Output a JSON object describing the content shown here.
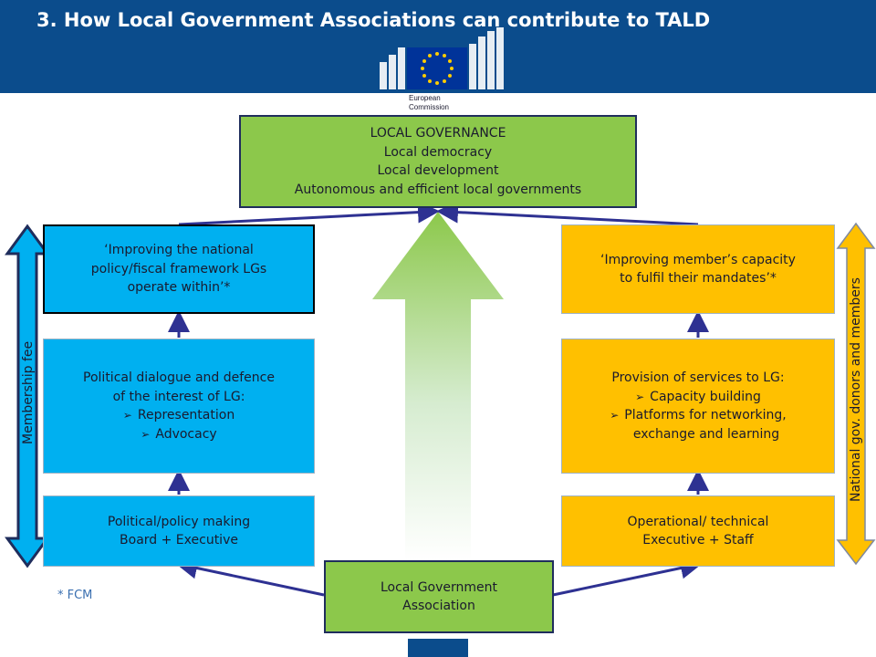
{
  "header": {
    "title": "3. How Local Government Associations can contribute to TALD",
    "logo_text_line1": "European",
    "logo_text_line2": "Commission",
    "background_color": "#0b4c8c"
  },
  "diagram": {
    "top_box": {
      "lines": [
        "LOCAL GOVERNANCE",
        "Local democracy",
        "Local development",
        "Autonomous and efficient local governments"
      ]
    },
    "left_column": {
      "top": {
        "lines": [
          "‘Improving the national",
          "policy/fiscal framework LGs",
          "operate within’*"
        ]
      },
      "middle": {
        "lines": [
          "Political dialogue and defence",
          "of  the interest of LG:"
        ],
        "bullets": [
          "Representation",
          "Advocacy"
        ]
      },
      "bottom": {
        "lines": [
          "Political/policy making",
          "Board + Executive"
        ]
      }
    },
    "right_column": {
      "top": {
        "lines": [
          "‘Improving member’s capacity",
          "to fulfil their mandates’*"
        ]
      },
      "middle": {
        "lines": [
          "Provision of services to LG:"
        ],
        "bullets": [
          "Capacity building",
          "Platforms for networking,"
        ],
        "continuation": "exchange and learning"
      },
      "bottom": {
        "lines": [
          "Operational/ technical",
          "Executive + Staff"
        ]
      }
    },
    "center_bottom_box": {
      "lines": [
        "Local Government",
        "Association"
      ]
    },
    "left_side_label": "Membership fee",
    "right_side_label": "National gov. donors and members",
    "footnote": "* FCM",
    "colors": {
      "green": "#8cc84b",
      "blue": "#00b0f0",
      "orange": "#ffc000",
      "navy_arrow": "#2e3192"
    }
  }
}
